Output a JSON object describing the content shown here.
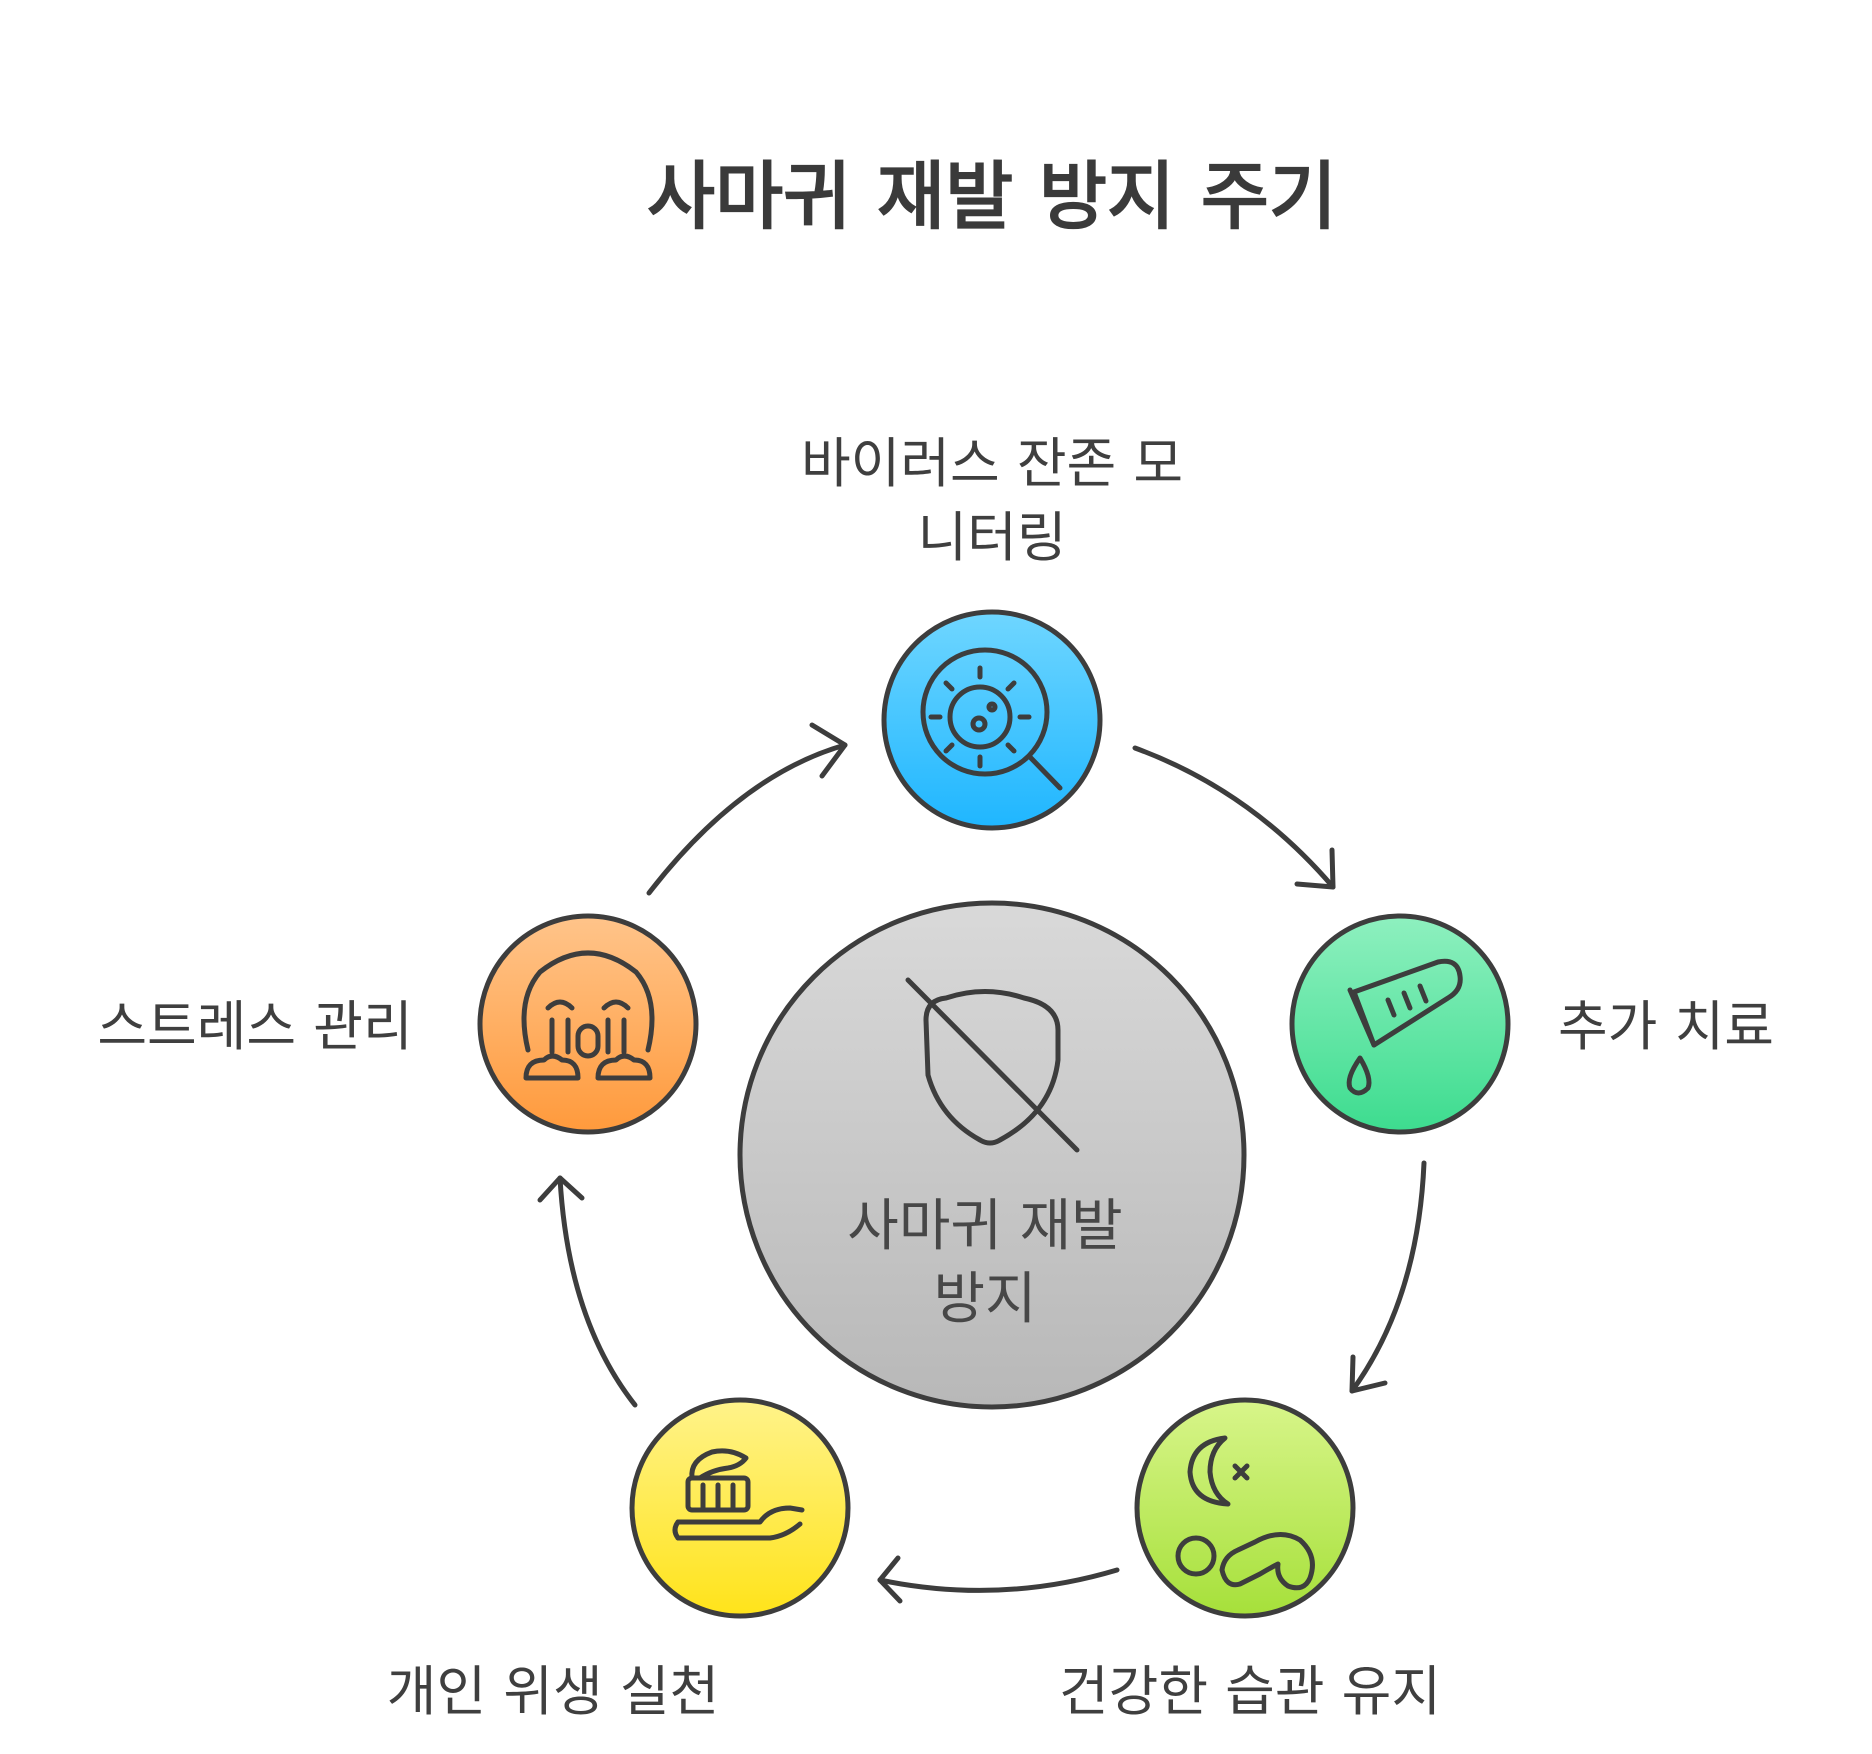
{
  "title": "사마귀 재발 방지 주기",
  "center": {
    "label_line1": "사마귀 재발",
    "label_line2": "방지",
    "icon": "shield-off-icon",
    "color": "#c7c7c7"
  },
  "steps": [
    {
      "label_line1": "바이러스 잔존 모",
      "label_line2": "니터링",
      "icon": "virus-magnifier-icon",
      "color_top": "#6fd6ff",
      "color_bottom": "#1fb6ff"
    },
    {
      "label": "추가 치료",
      "icon": "ointment-tube-icon",
      "color_top": "#8ef0bf",
      "color_bottom": "#3ddc8f"
    },
    {
      "label": "건강한 습관 유지",
      "icon": "sleep-exercise-icon",
      "color_top": "#d8f58a",
      "color_bottom": "#a6e03a"
    },
    {
      "label": "개인 위생 실천",
      "icon": "toothbrush-icon",
      "color_top": "#fff38a",
      "color_bottom": "#ffe31a"
    },
    {
      "label": "스트레스 관리",
      "icon": "stressed-face-icon",
      "color_top": "#ffc48a",
      "color_bottom": "#ff9a3c"
    }
  ]
}
